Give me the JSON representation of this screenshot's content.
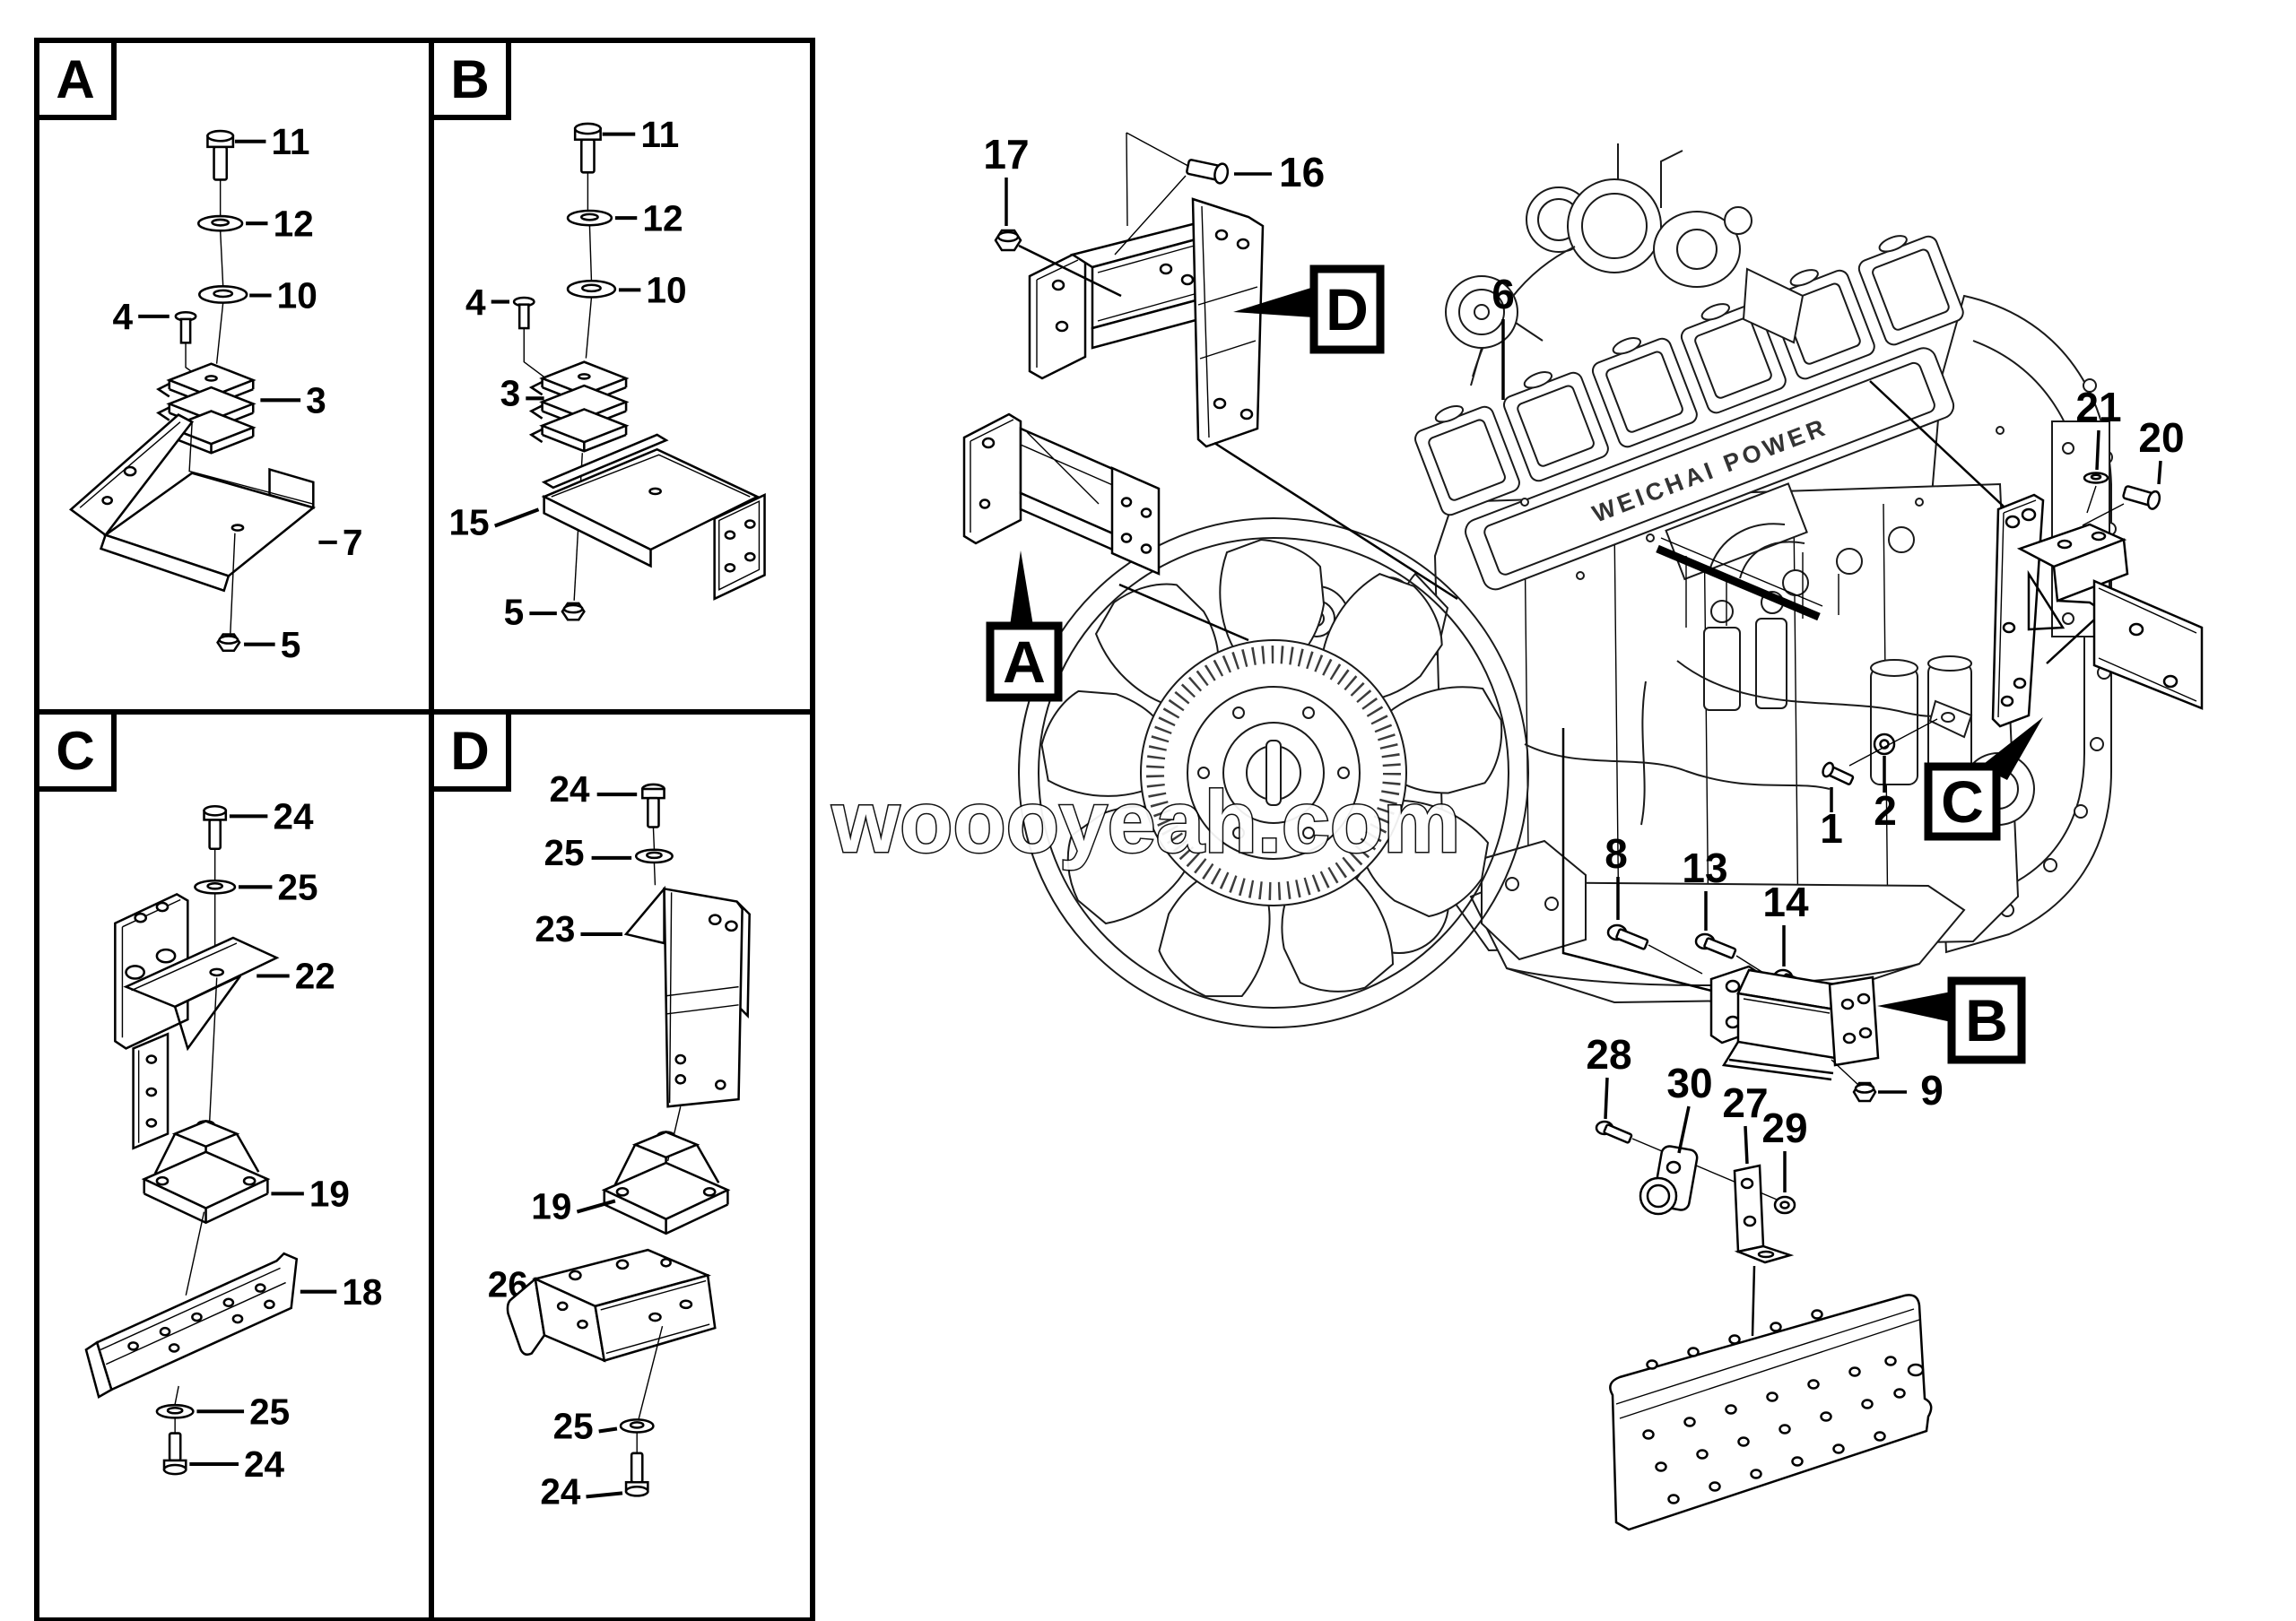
{
  "diagram": {
    "watermark": "woooyeah.com",
    "engine_brand": "WEICHAI POWER"
  },
  "panels": [
    {
      "letter": "A",
      "parts": {
        "bolt_top": "11",
        "washer_top": "12",
        "bolt_side": "4",
        "washer_lower": "10",
        "rubber_mount": "3",
        "bracket": "7",
        "nut": "5"
      }
    },
    {
      "letter": "B",
      "parts": {
        "bolt_top": "11",
        "washer_top": "12",
        "bolt_side": "4",
        "washer_lower": "10",
        "rubber_mount": "3",
        "bracket": "15",
        "nut": "5"
      }
    },
    {
      "letter": "C",
      "parts": {
        "bolt_top": "24",
        "washer_top": "25",
        "bracket_upper": "22",
        "rubber_mount": "19",
        "bracket_lower": "18",
        "washer_bottom": "25",
        "bolt_bottom": "24"
      }
    },
    {
      "letter": "D",
      "parts": {
        "bolt_top": "24",
        "washer_top": "25",
        "bracket_upper": "23",
        "rubber_mount": "19",
        "bracket_lower": "26",
        "washer_bottom": "25",
        "bolt_bottom": "24"
      }
    }
  ],
  "main": {
    "callouts": {
      "a": "A",
      "b": "B",
      "c": "C",
      "d": "D"
    },
    "parts": {
      "n1": "1",
      "n2": "2",
      "n6": "6",
      "n8": "8",
      "n9": "9",
      "n13": "13",
      "n14": "14",
      "n16": "16",
      "n17": "17",
      "n20": "20",
      "n21": "21",
      "n27": "27",
      "n28": "28",
      "n29": "29",
      "n30": "30"
    }
  }
}
